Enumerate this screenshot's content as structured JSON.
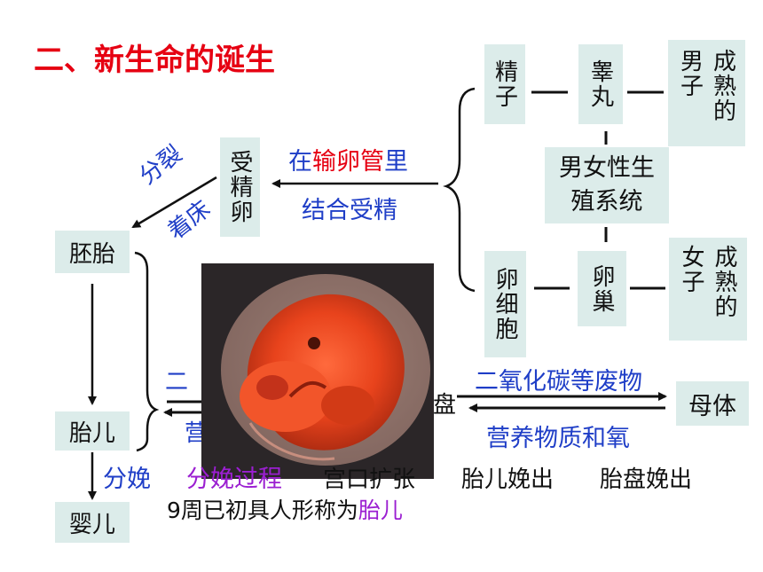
{
  "title": "二、新生命的诞生",
  "male": {
    "sperm": "精子",
    "testis": "睾丸",
    "adult": "成熟的男子"
  },
  "female": {
    "egg": "卵细胞",
    "ovary": "卵巢",
    "adult": "成熟的女子"
  },
  "system": "男女性生殖系统",
  "zygote": "受精卵",
  "fertilization": {
    "place_prefix": "在",
    "place_highlight": "输卵管",
    "place_suffix": "里",
    "action": "结合受精"
  },
  "division": {
    "split": "分裂",
    "implant": "着床"
  },
  "stages": {
    "embryo": "胚胎",
    "fetus": "胎儿",
    "infant": "婴儿"
  },
  "exchange": {
    "mother": "母体",
    "waste": "二氧化碳等废物",
    "nutrients": "营养物质和氧",
    "left_partial_top": "二",
    "left_partial_bottom": "营",
    "right_partial": "盘"
  },
  "birth": {
    "label": "分娩",
    "process_label": "分娩过程",
    "steps": [
      "宫口扩张",
      "胎儿娩出",
      "胎盘娩出"
    ]
  },
  "note": {
    "prefix": "9周已初具人形称为",
    "highlight": "胎儿"
  },
  "colors": {
    "title": "#e60012",
    "label_blue": "#1f3ec7",
    "highlight_red": "#e60012",
    "highlight_purple": "#9b1fd1",
    "box_fill": "#dcecea"
  }
}
